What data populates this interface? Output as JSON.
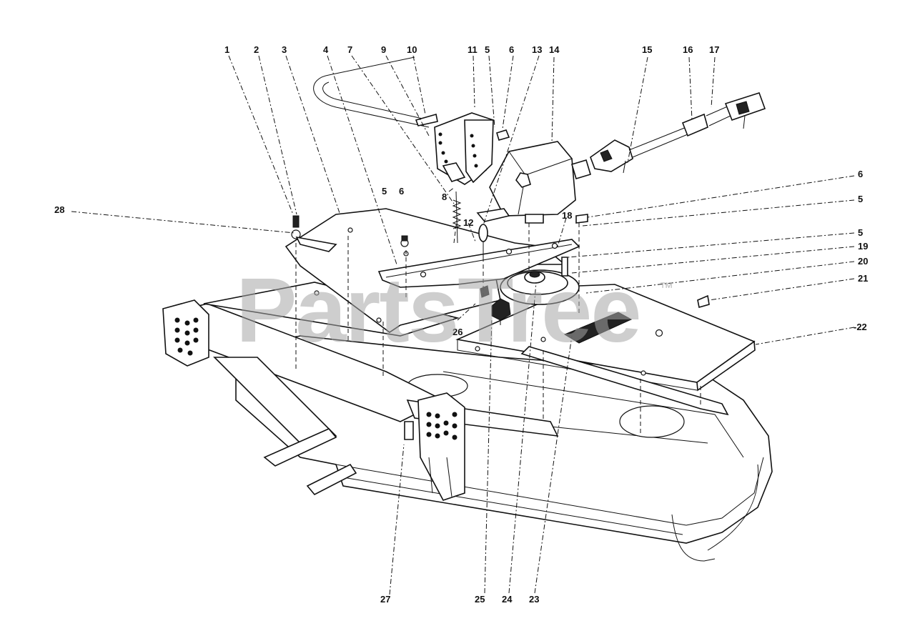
{
  "watermark": {
    "text": "PartsTree",
    "trademark": "™"
  },
  "callouts": {
    "c1": "1",
    "c2": "2",
    "c3": "3",
    "c4": "4",
    "c7": "7",
    "c9": "9",
    "c10": "10",
    "c11": "11",
    "c5a": "5",
    "c6a": "6",
    "c13": "13",
    "c14": "14",
    "c15": "15",
    "c16": "16",
    "c17": "17",
    "c6b": "6",
    "c5b": "5",
    "c5c": "5",
    "c28": "28",
    "c5d": "5",
    "c6c": "6",
    "c8": "8",
    "c12": "12",
    "c18": "18",
    "c19": "19",
    "c20": "20",
    "c21": "21",
    "c22": "-22",
    "c26": "26",
    "c27": "27",
    "c25": "25",
    "c24": "24",
    "c23": "23"
  },
  "colors": {
    "line": "#111111",
    "background": "#ffffff",
    "watermark": "#a5a5a5"
  }
}
